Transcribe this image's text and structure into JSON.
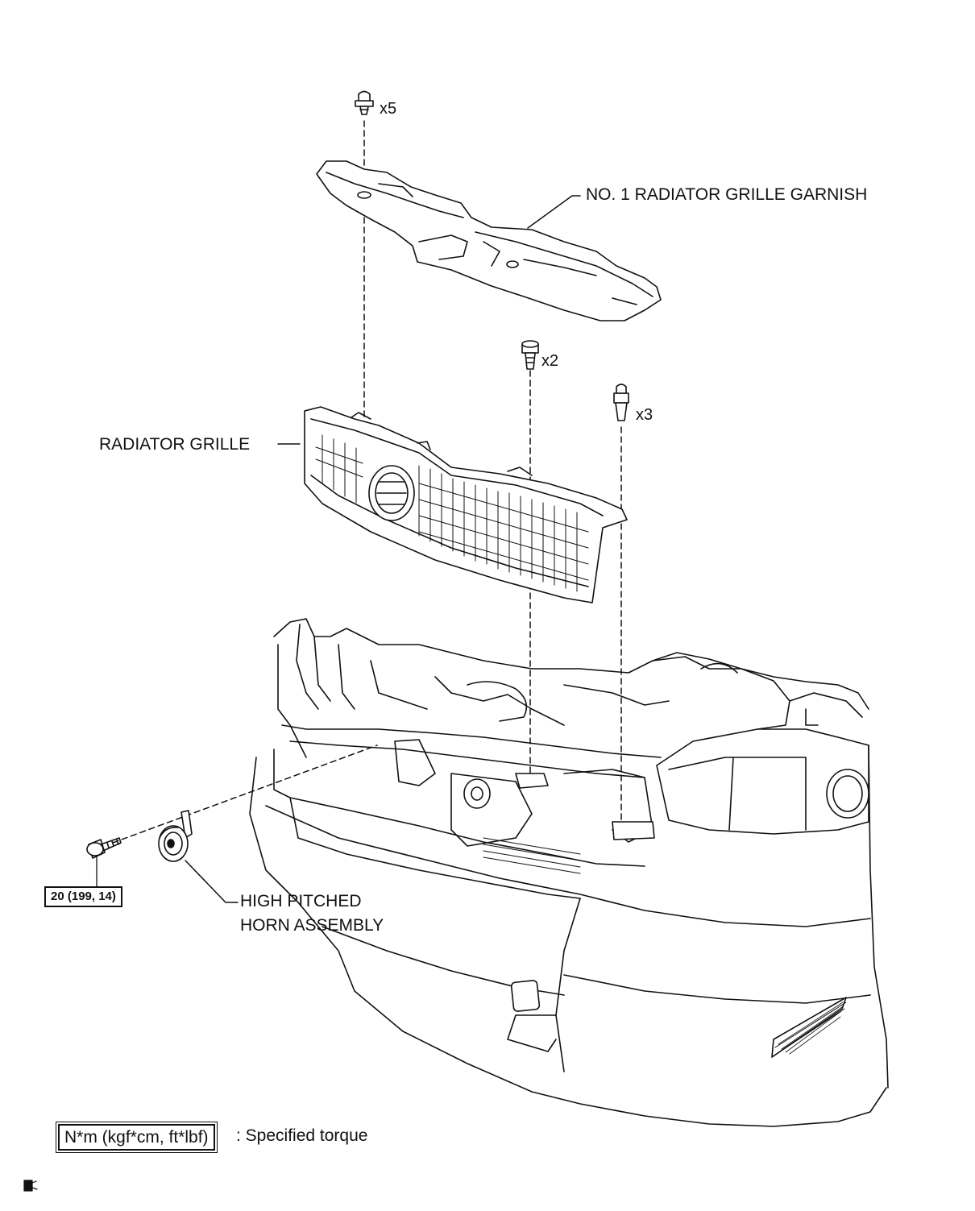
{
  "labels": {
    "garnish": "NO. 1 RADIATOR GRILLE GARNISH",
    "grille": "RADIATOR GRILLE",
    "horn": "HIGH PITCHED\nHORN ASSEMBLY"
  },
  "quantities": {
    "clip_top": "x5",
    "bolt_mid": "x2",
    "clip_right": "x3"
  },
  "torque": {
    "value": "20 (199, 14)"
  },
  "legend": {
    "box": "N*m (kgf*cm, ft*lbf)",
    "text": ": Specified torque"
  },
  "colors": {
    "line": "#111111",
    "background": "#ffffff"
  }
}
